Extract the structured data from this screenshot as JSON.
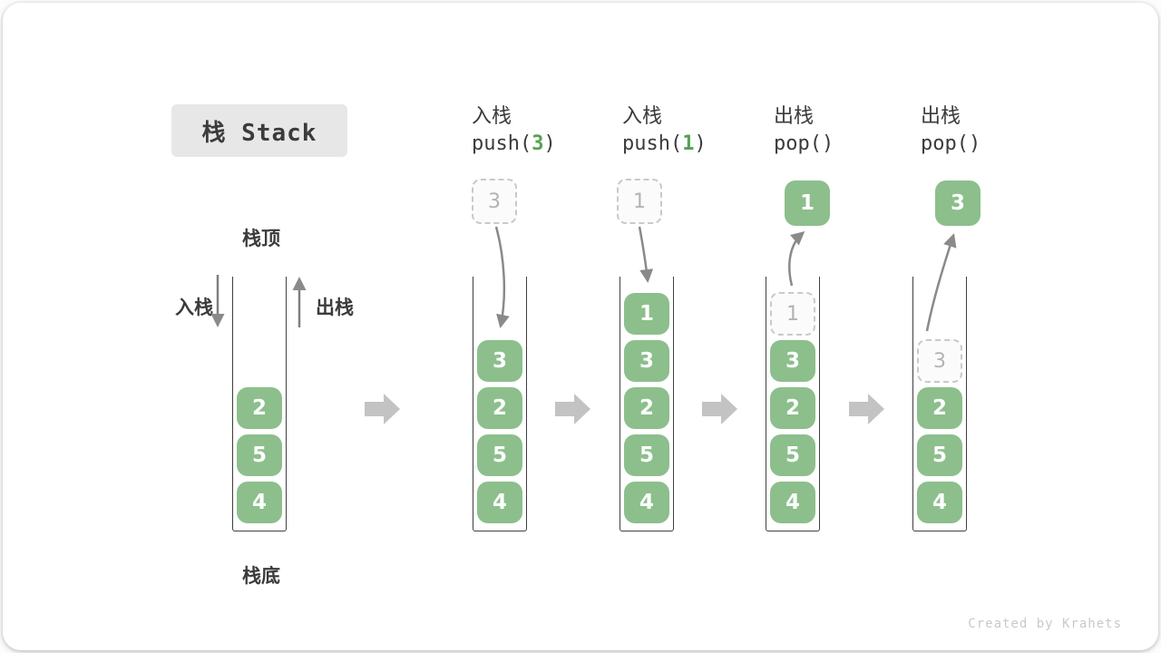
{
  "title": {
    "label": "栈 Stack"
  },
  "labels": {
    "stack_top": "栈顶",
    "stack_bottom": "栈底",
    "push_side": "入栈",
    "pop_side": "出栈"
  },
  "colors": {
    "block_green": "#8cbf8c",
    "accent_green": "#56a054",
    "big_arrow_grey": "#c3c3c3",
    "flow_arrow_grey": "#8a8a8a",
    "ghost_grey": "#c9c9c9",
    "text_dark": "#3b3b3b",
    "title_bg": "#e7e7e7"
  },
  "operations": [
    {
      "name": "入栈",
      "code": {
        "pre": "push(",
        "arg": "3",
        "post": ")"
      }
    },
    {
      "name": "入栈",
      "code": {
        "pre": "push(",
        "arg": "1",
        "post": ")"
      }
    },
    {
      "name": "出栈",
      "code": {
        "pre": "pop(",
        "arg": "",
        "post": ")"
      }
    },
    {
      "name": "出栈",
      "code": {
        "pre": "pop(",
        "arg": "",
        "post": ")"
      }
    }
  ],
  "stacks": [
    {
      "blocks": [
        "2",
        "5",
        "4"
      ]
    },
    {
      "floating": "3",
      "blocks": [
        "3",
        "2",
        "5",
        "4"
      ]
    },
    {
      "floating": "1",
      "blocks": [
        "1",
        "3",
        "2",
        "5",
        "4"
      ]
    },
    {
      "floating": "1",
      "ghost": "1",
      "blocks": [
        "3",
        "2",
        "5",
        "4"
      ]
    },
    {
      "floating": "3",
      "ghost": "3",
      "blocks": [
        "2",
        "5",
        "4"
      ]
    }
  ],
  "watermark": "Created by Krahets"
}
